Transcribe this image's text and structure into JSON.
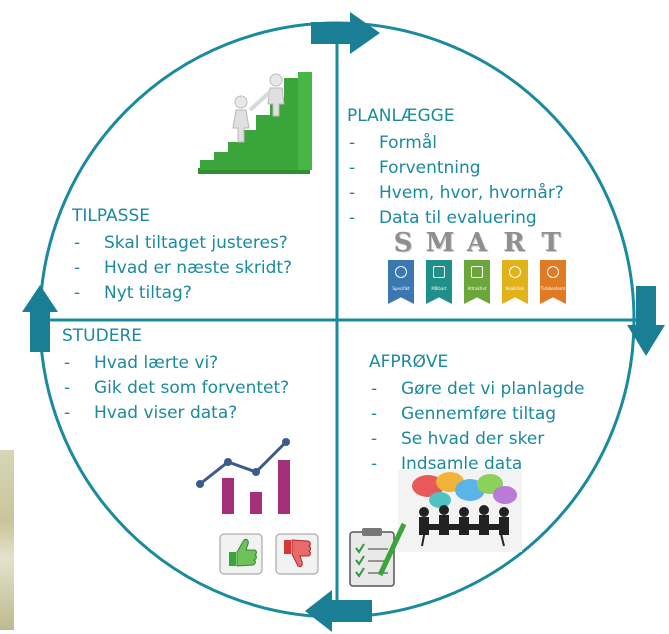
{
  "colors": {
    "teal": "#1a8a9e",
    "green_steps": "#3aa53a",
    "chart_purple": "#a3307a",
    "chart_line": "#3b5b8c",
    "smart_S": "#3b78b2",
    "smart_M": "#1f8f8a",
    "smart_A": "#6aa63a",
    "smart_R": "#e2b21a",
    "smart_T": "#e07b24"
  },
  "icons": {
    "top": "green-stairs-people-icon",
    "smart": "smart-goals-icon",
    "meeting": "group-meeting-speech-bubbles-icon",
    "clipboard": "clipboard-checklist-icon",
    "chart": "bar-line-chart-icon",
    "thumbs_up": "thumbs-up-icon",
    "thumbs_down": "thumbs-down-icon"
  },
  "planlaegge": {
    "title": "PLANLÆGGE",
    "items": [
      "Formål",
      "Forventning",
      "Hvem, hvor, hvornår?",
      "Data til evaluering"
    ]
  },
  "tilpasse": {
    "title": "TILPASSE",
    "items": [
      "Skal tiltaget justeres?",
      "Hvad er næste skridt?",
      "Nyt tiltag?"
    ]
  },
  "studere": {
    "title": "STUDERE",
    "items": [
      "Hvad lærte vi?",
      "Gik det som forventet?",
      "Hvad viser data?"
    ]
  },
  "afproeve": {
    "title": "AFPRØVE",
    "items": [
      "Gøre det vi planlagde",
      "Gennemføre tiltag",
      "Se hvad der sker",
      "Indsamle data"
    ]
  },
  "smart": {
    "letters": [
      "S",
      "M",
      "A",
      "R",
      "T"
    ],
    "labels": [
      "Specifikt",
      "Målbart",
      "Attraktivt",
      "Realistisk",
      "Tidsbestemt"
    ]
  }
}
